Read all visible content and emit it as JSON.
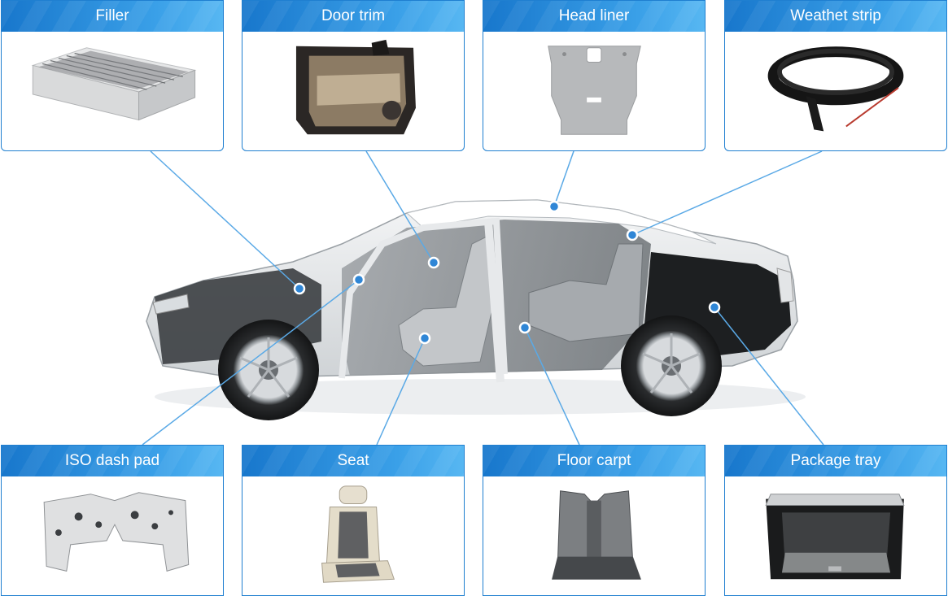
{
  "parts": {
    "filler": "Filler",
    "door_trim": "Door trim",
    "head_liner": "Head liner",
    "weather_strip": "Weathet strip",
    "iso_dash_pad": "ISO dash pad",
    "seat": "Seat",
    "floor_carpet": "Floor carpt",
    "package_tray": "Package tray"
  },
  "colors": {
    "header": "#2b8fe0",
    "connector": "#5aa9e6",
    "dot": "#2f86d6"
  }
}
